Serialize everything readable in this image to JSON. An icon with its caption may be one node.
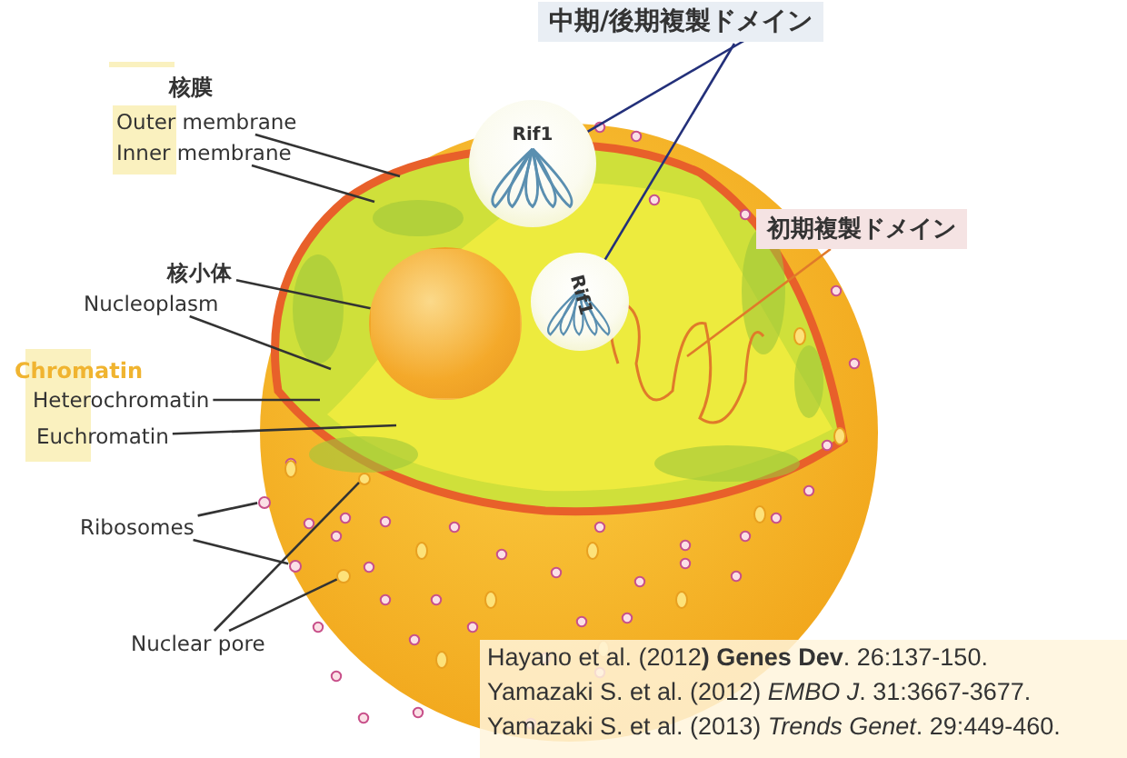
{
  "diagram": {
    "title": "中期/後期複製ドメイン",
    "nodes": [
      {
        "text": [
          "Outer membrane"
        ]
      },
      {
        "text": [
          "Inner membrane"
        ]
      },
      {
        "text": [
          "核小体"
        ]
      },
      {
        "text": [
          "Nucleoplasm"
        ]
      },
      {
        "text": [
          "Heterochromatin"
        ]
      },
      {
        "text": [
          "Euchromatin"
        ]
      },
      {
        "text": [
          "Ribosomes"
        ]
      },
      {
        "text": [
          "Nuclear pore"
        ]
      },
      {
        "text": [
          "Rif1"
        ]
      },
      {
        "text": [
          "Rif1"
        ]
      },
      {
        "text": [
          "初期複製ドメイン"
        ]
      },
      {
        "text": [],
        "shape": "circle"
      },
      {
        "text": [],
        "shape": "circle"
      },
      {
        "text": [],
        "shape": "circle"
      },
      {
        "text": [],
        "shape": "circle"
      },
      {
        "text": [],
        "shape": "circle"
      }
    ],
    "edges": [
      {
        "from": 0,
        "to": null,
        "arrow": "none"
      },
      {
        "from": 1,
        "to": null,
        "arrow": "none"
      },
      {
        "from": 2,
        "to": 11,
        "arrow": "none"
      },
      {
        "from": 3,
        "to": null,
        "arrow": "none"
      },
      {
        "from": 4,
        "to": null,
        "arrow": "none"
      },
      {
        "from": 5,
        "to": null,
        "arrow": "none"
      },
      {
        "from": 6,
        "to": 12,
        "arrow": "none"
      },
      {
        "from": 6,
        "to": 13,
        "arrow": "none"
      },
      {
        "from": 7,
        "to": 14,
        "arrow": "none"
      },
      {
        "from": 7,
        "to": 15,
        "arrow": "none"
      },
      {
        "from": null,
        "to": 8,
        "arrow": "none",
        "color": "#23307a"
      },
      {
        "from": null,
        "to": 9,
        "arrow": "none",
        "color": "#23307a"
      },
      {
        "from": 10,
        "to": null,
        "arrow": "none",
        "color": "#e07a2a"
      }
    ],
    "labels": [
      "核膜",
      "Chromatin",
      "Hayano et al. (2012**) Genes Dev**. 26:137-150.",
      "Yamazaki S. et al. (2012) *EMBO J*. 31:3667-3677.",
      "Yamazaki S. et al. (2013) *Trends Genet*. 29:449-460."
    ]
  }
}
